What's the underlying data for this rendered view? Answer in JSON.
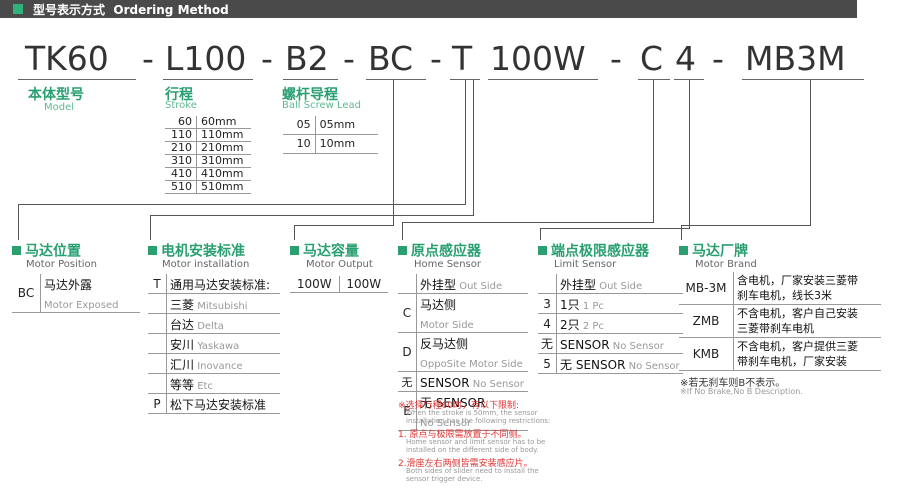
{
  "header": {
    "title": "型号表示方式",
    "title_en": "Ordering Method"
  },
  "code": {
    "model": "TK60",
    "stroke": "L100",
    "lead": "B2",
    "motor_position": "BC",
    "installation": "T",
    "output": "100W",
    "home_sensor": "C",
    "limit_sensor": "4",
    "brand": "MB3M",
    "dash": "-"
  },
  "model": {
    "title": "本体型号",
    "sub": "Model"
  },
  "stroke": {
    "title": "行程",
    "sub": "Stroke",
    "rows": [
      {
        "k": "60",
        "v": "60mm"
      },
      {
        "k": "110",
        "v": "110mm"
      },
      {
        "k": "210",
        "v": "210mm"
      },
      {
        "k": "310",
        "v": "310mm"
      },
      {
        "k": "410",
        "v": "410mm"
      },
      {
        "k": "510",
        "v": "510mm"
      }
    ]
  },
  "lead": {
    "title": "螺杆导程",
    "sub": "Ball Screw Lead",
    "rows": [
      {
        "k": "05",
        "v": "05mm"
      },
      {
        "k": "10",
        "v": "10mm"
      }
    ]
  },
  "motor_position": {
    "title": "马达位置",
    "sub": "Motor Position",
    "rows": [
      {
        "k": "BC",
        "cn": "马达外露",
        "en": "Motor Exposed"
      }
    ]
  },
  "installation": {
    "title": "电机安装标准",
    "sub": "Motor installation",
    "rows": [
      {
        "k": "T",
        "cn": "通用马达安装标准:",
        "en": ""
      },
      {
        "k": "",
        "cn": "三菱",
        "en": "Mitsubishi"
      },
      {
        "k": "",
        "cn": "台达",
        "en": "Delta"
      },
      {
        "k": "",
        "cn": "安川",
        "en": "Yaskawa"
      },
      {
        "k": "",
        "cn": "汇川",
        "en": "Inovance"
      },
      {
        "k": "",
        "cn": "等等",
        "en": "Etc"
      },
      {
        "k": "P",
        "cn": "松下马达安装标准",
        "en": ""
      }
    ]
  },
  "output": {
    "title": "马达容量",
    "sub": "Motor Output",
    "rows": [
      {
        "k": "100W",
        "v": "100W"
      }
    ]
  },
  "home_sensor": {
    "title": "原点感应器",
    "sub": "Home Sensor",
    "rows": [
      {
        "k": "",
        "cn": "外挂型",
        "en": "Out Side"
      },
      {
        "k": "C",
        "cn": "马达侧",
        "en": "Motor Side"
      },
      {
        "k": "D",
        "cn": "反马达侧",
        "en": "OppoSite Motor Side"
      },
      {
        "k": "无",
        "cn": "SENSOR",
        "en": "No Sensor"
      },
      {
        "k": "E",
        "cn": "无 SENSOR",
        "en": "No Sensor"
      }
    ],
    "notes": [
      {
        "red": "※选择行程60时，有以下限制:",
        "gray": [
          "When the stroke is 50mm, the sensor",
          "installation has the following restrictions:"
        ]
      },
      {
        "red": "1. 原点与极限需放置于不同侧。",
        "gray": [
          "Home sensor and limit sensor has to be",
          "installed on the different side of body."
        ]
      },
      {
        "red": "2.滑座左右两侧皆需安装感应片。",
        "gray": [
          "Both sides of slider need to install the",
          "sensor trigger device."
        ]
      }
    ]
  },
  "limit_sensor": {
    "title": "端点极限感应器",
    "sub": "Limit Sensor",
    "rows": [
      {
        "k": "",
        "cn": "外挂型",
        "en": "Out Side"
      },
      {
        "k": "3",
        "cn": "1只",
        "en": "1 Pc"
      },
      {
        "k": "4",
        "cn": "2只",
        "en": "2 Pc"
      },
      {
        "k": "无",
        "cn": "SENSOR",
        "en": "No Sensor"
      },
      {
        "k": "5",
        "cn": "无 SENSOR",
        "en": "No Sensor"
      }
    ]
  },
  "brand": {
    "title": "马达厂牌",
    "sub": "Motor Brand",
    "rows": [
      {
        "k": "MB-3M",
        "l1": "含电机，厂家安装三菱带",
        "l2": "刹车电机，线长3米"
      },
      {
        "k": "ZMB",
        "l1": "不含电机，客户自己安装",
        "l2": "三菱带刹车电机"
      },
      {
        "k": "KMB",
        "l1": "不含电机，客户提供三菱",
        "l2": "带刹车电机，厂家安装"
      }
    ],
    "note": "※若无刹车则B不表示。",
    "note_en": "※If No Brake,No B Description."
  },
  "colors": {
    "accent": "#2a9f70",
    "header": "#4a4a4a",
    "note": "#d33333"
  }
}
